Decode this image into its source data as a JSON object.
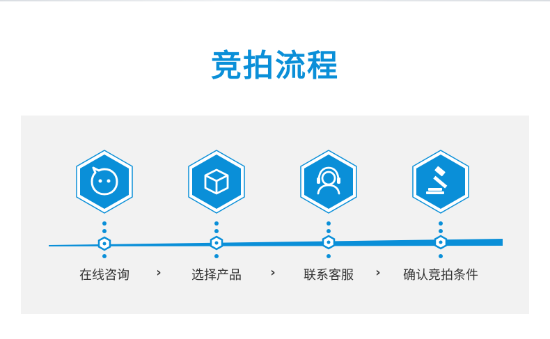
{
  "title": "竞拍流程",
  "colors": {
    "accent": "#0a8fd8",
    "panel": "#f2f2f2",
    "text": "#333333"
  },
  "steps": [
    {
      "label": "在线咨询",
      "icon": "chat-bubble-icon"
    },
    {
      "label": "选择产品",
      "icon": "cube-icon"
    },
    {
      "label": "联系客服",
      "icon": "headset-agent-icon"
    },
    {
      "label": "确认竞拍条件",
      "icon": "auction-gavel-icon"
    }
  ],
  "separator": "›"
}
